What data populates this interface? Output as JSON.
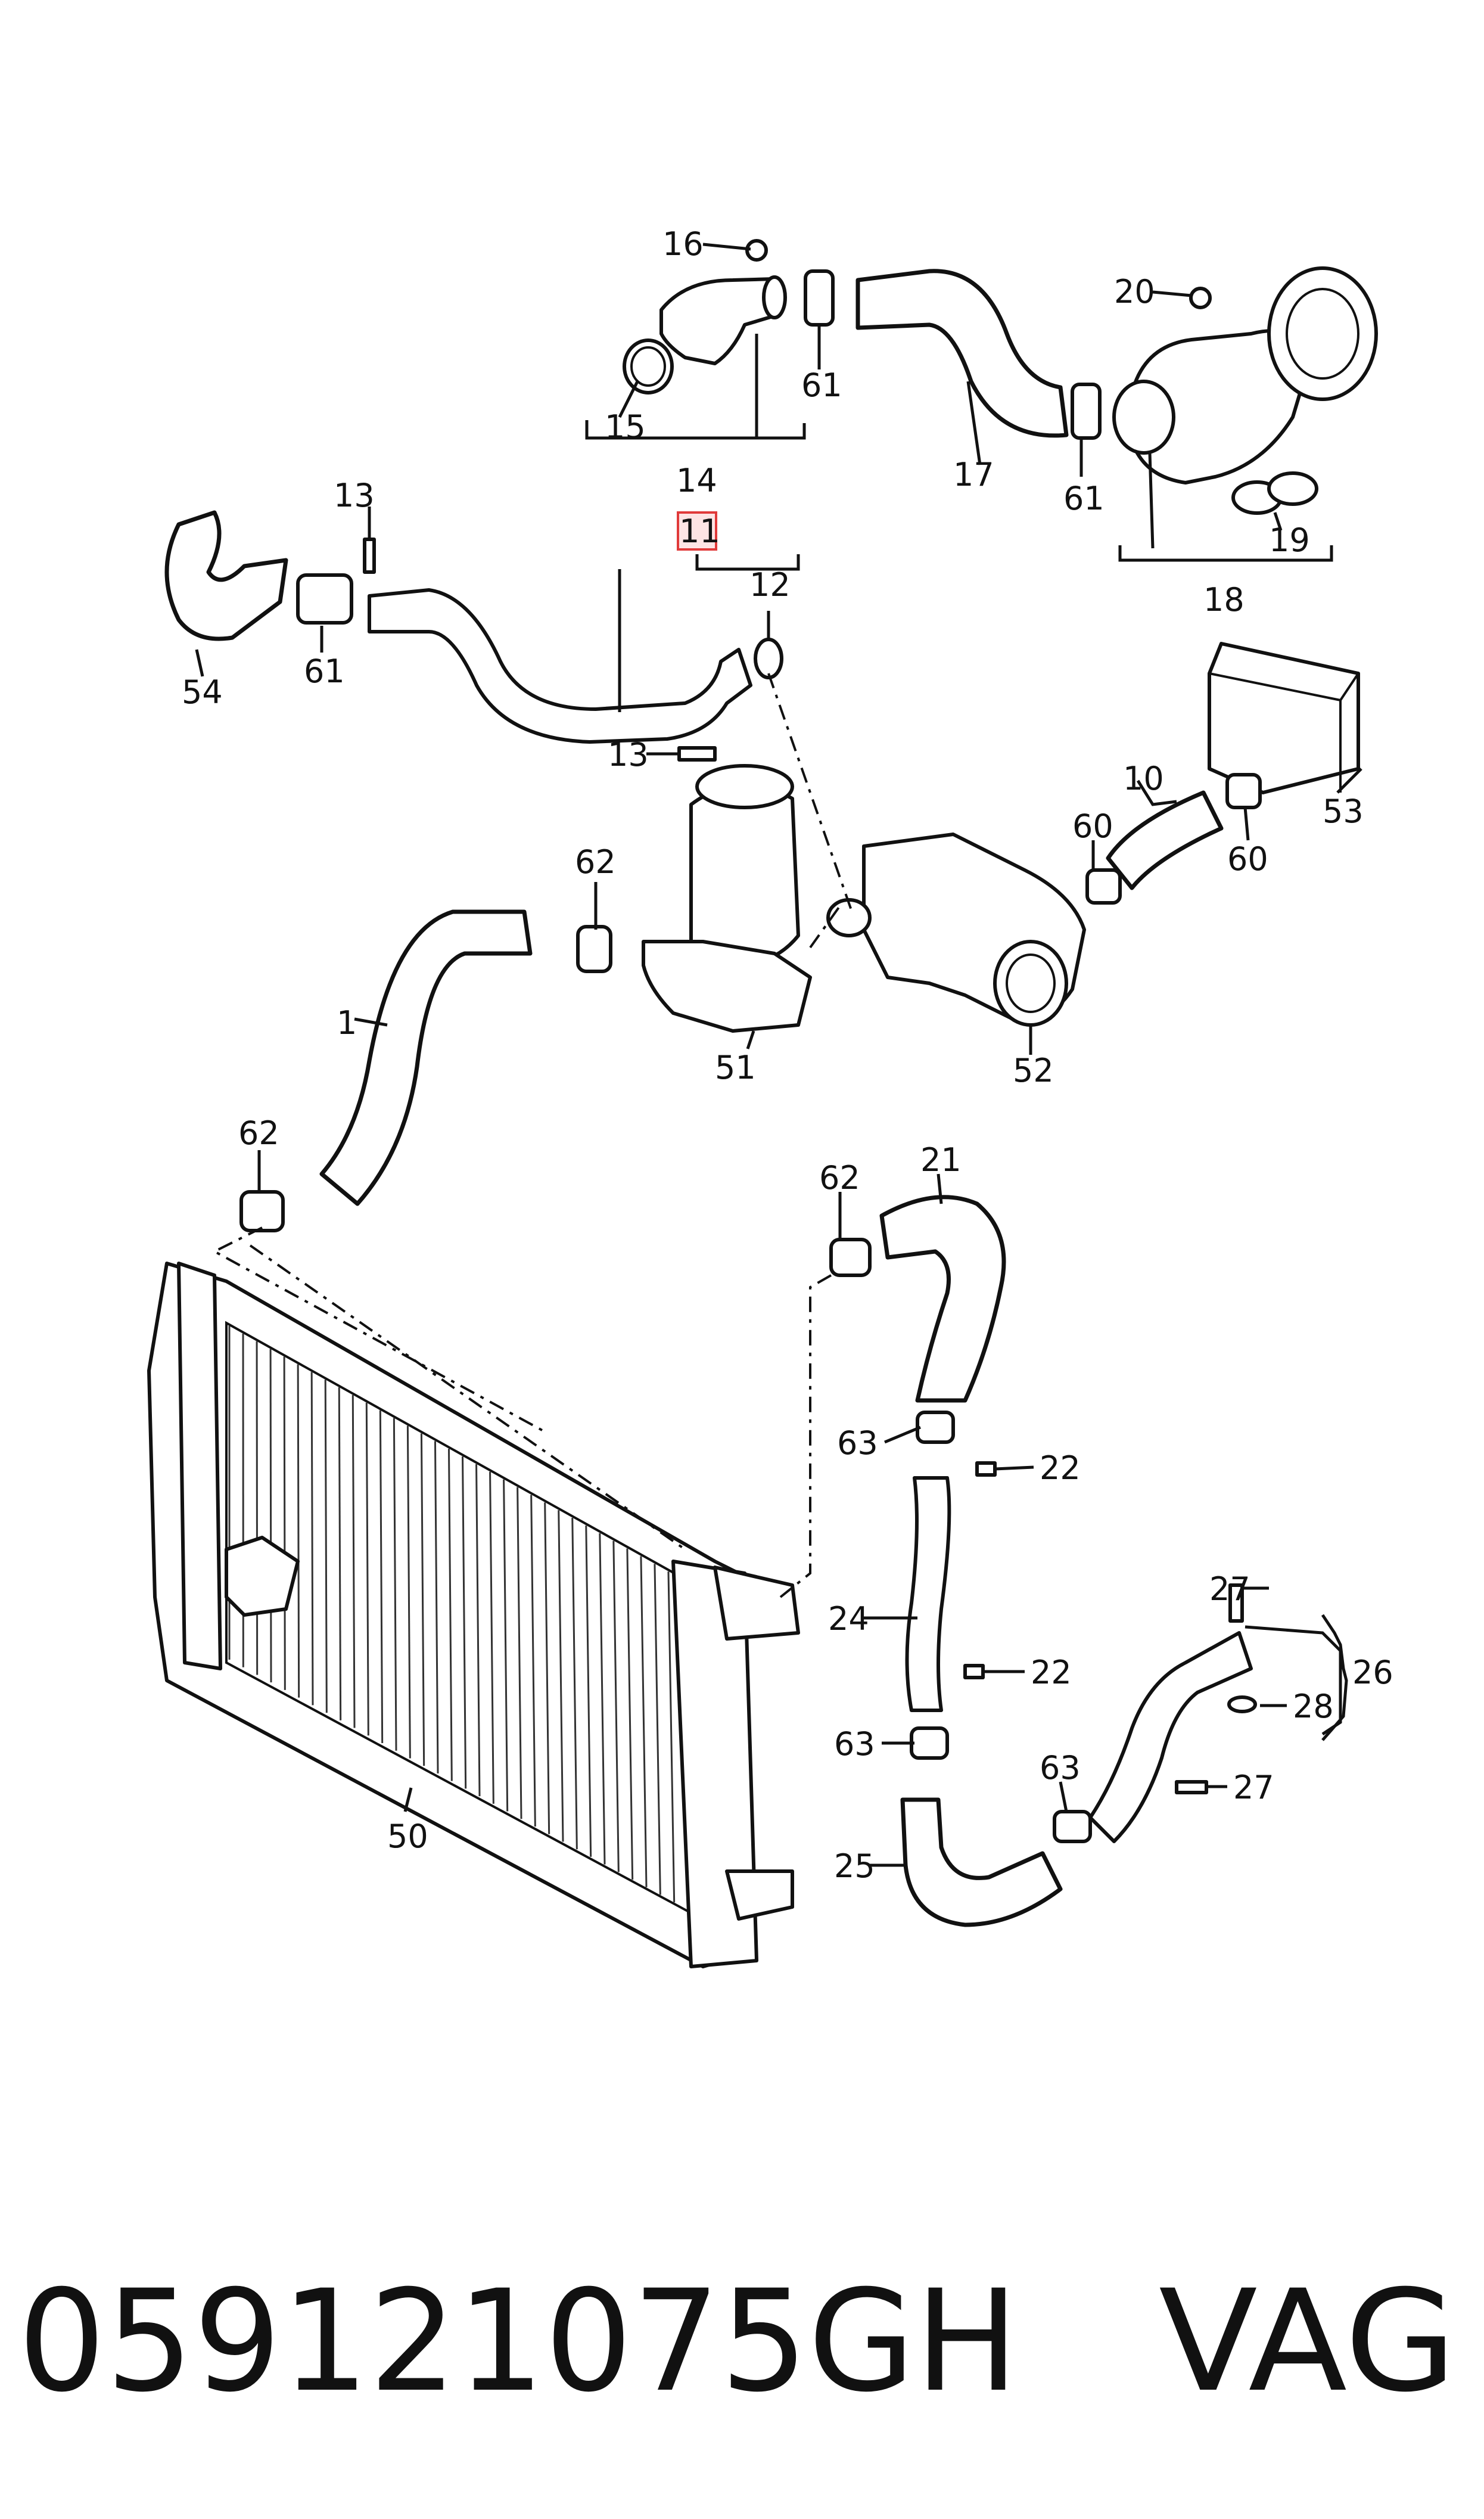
{
  "callouts": {
    "c1": "1",
    "c10": "10",
    "c11": "11",
    "c12": "12",
    "c13a": "13",
    "c13b": "13",
    "c14": "14",
    "c15": "15",
    "c16": "16",
    "c17": "17",
    "c18": "18",
    "c19": "19",
    "c20": "20",
    "c21": "21",
    "c22a": "22",
    "c22b": "22",
    "c24": "24",
    "c25": "25",
    "c26": "26",
    "c27a": "27",
    "c27b": "27",
    "c28": "28",
    "c50": "50",
    "c51": "51",
    "c52": "52",
    "c53": "53",
    "c54": "54",
    "c60a": "60",
    "c60b": "60",
    "c61a": "61",
    "c61b": "61",
    "c61c": "61",
    "c62a": "62",
    "c62b": "62",
    "c62c": "62",
    "c63a": "63",
    "c63b": "63",
    "c63c": "63"
  },
  "highlight": {
    "callout": "11",
    "color": "#e03a3a",
    "fill": "#fde4e4"
  },
  "footer": {
    "part_number": "059121075GH",
    "brand": "VAG"
  }
}
